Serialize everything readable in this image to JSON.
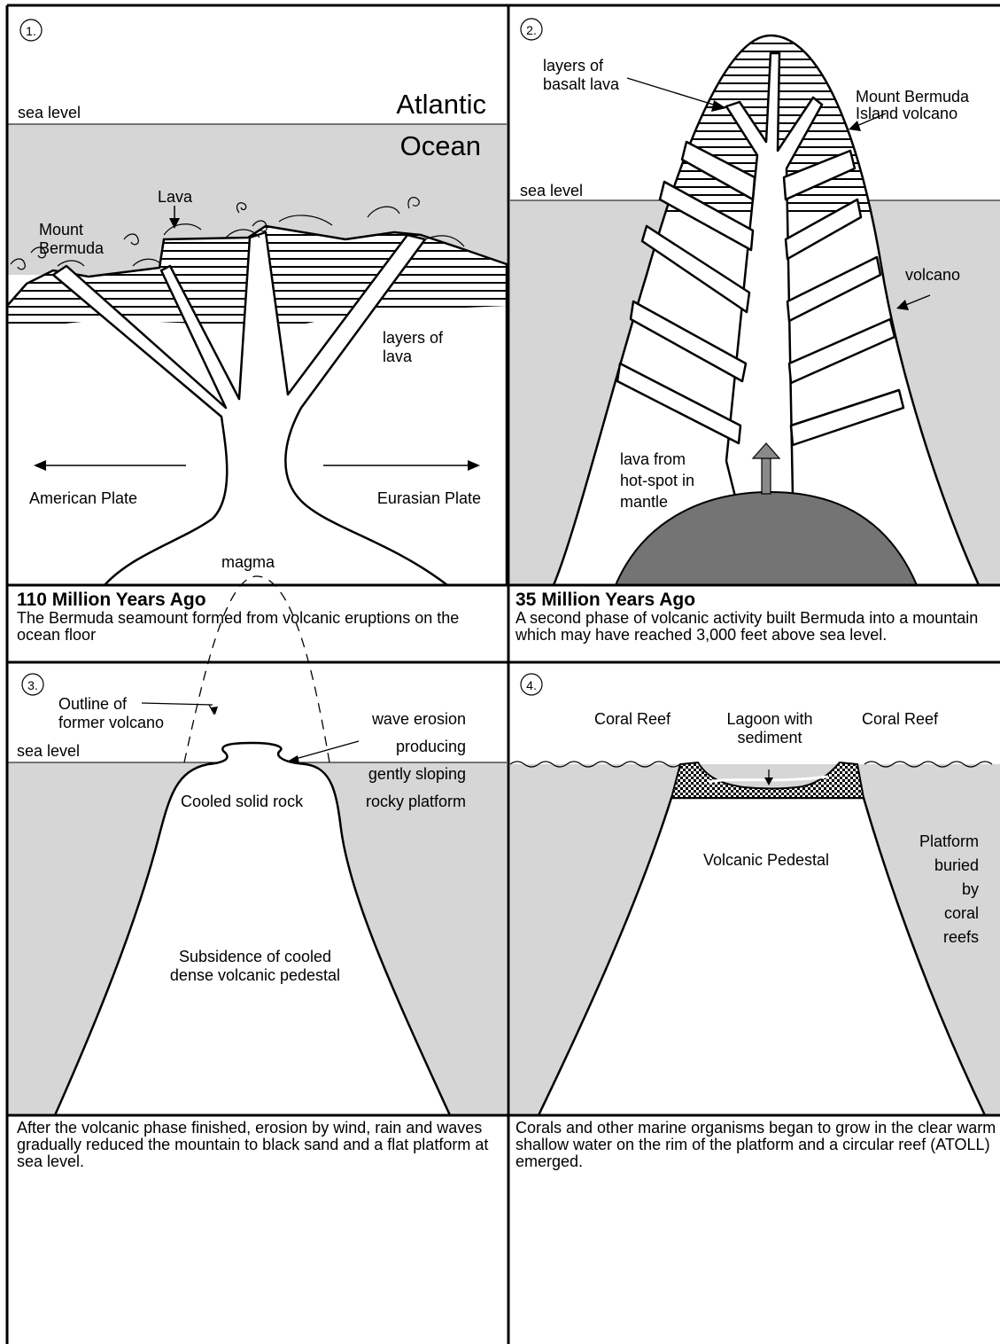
{
  "panels": [
    {
      "number": "1.",
      "labels": {
        "sea_level": "sea level",
        "atlantic": "Atlantic",
        "ocean": "Ocean",
        "lava": "Lava",
        "mount_line1": "Mount",
        "mount_line2": "Bermuda",
        "layers_line1": "layers of",
        "layers_line2": "lava",
        "american_plate": "American Plate",
        "eurasian_plate": "Eurasian Plate",
        "magma": "magma"
      },
      "caption_title": "110 Million Years Ago",
      "caption_text": "The Bermuda seamount formed from volcanic eruptions on the ocean floor"
    },
    {
      "number": "2.",
      "labels": {
        "basalt_line1": "layers of",
        "basalt_line2": "basalt lava",
        "mount_line1": "Mount Bermuda",
        "mount_line2": "Island volcano",
        "sea_level": "sea level",
        "volcano": "volcano",
        "hotspot_line1": "lava from",
        "hotspot_line2": "hot-spot in",
        "hotspot_line3": "mantle"
      },
      "caption_title": "35 Million Years Ago",
      "caption_text": "A second phase of volcanic activity built Bermuda into a mountain which may have reached 3,000  feet above sea level."
    },
    {
      "number": "3.",
      "labels": {
        "outline_line1": "Outline of",
        "outline_line2": "former volcano",
        "sea_level": "sea level",
        "wave_line1": "wave erosion",
        "wave_line2": "producing",
        "wave_line3": "gently sloping",
        "wave_line4": "rocky platform",
        "cooled": "Cooled solid rock",
        "subsidence_line1": "Subsidence of cooled",
        "subsidence_line2": "dense volcanic pedestal"
      },
      "caption_text": "After the volcanic phase finished, erosion by wind, rain and waves gradually reduced the mountain to black sand and a flat platform at sea level."
    },
    {
      "number": "4.",
      "labels": {
        "coral_reef_left": "Coral Reef",
        "lagoon_line1": "Lagoon with",
        "lagoon_line2": "sediment",
        "coral_reef_right": "Coral Reef",
        "pedestal": "Volcanic Pedestal",
        "platform_line1": "Platform",
        "platform_line2": "buried",
        "platform_line3": "by",
        "platform_line4": "coral",
        "platform_line5": "reefs"
      },
      "caption_text": "Corals and other marine organisms began to grow in the clear warm shallow water on the rim of the platform and a circular reef (ATOLL) emerged."
    }
  ],
  "colors": {
    "water": "#d6d6d6",
    "mantle": "#747474",
    "arrow": "#8a8a8a",
    "line": "#000000"
  }
}
